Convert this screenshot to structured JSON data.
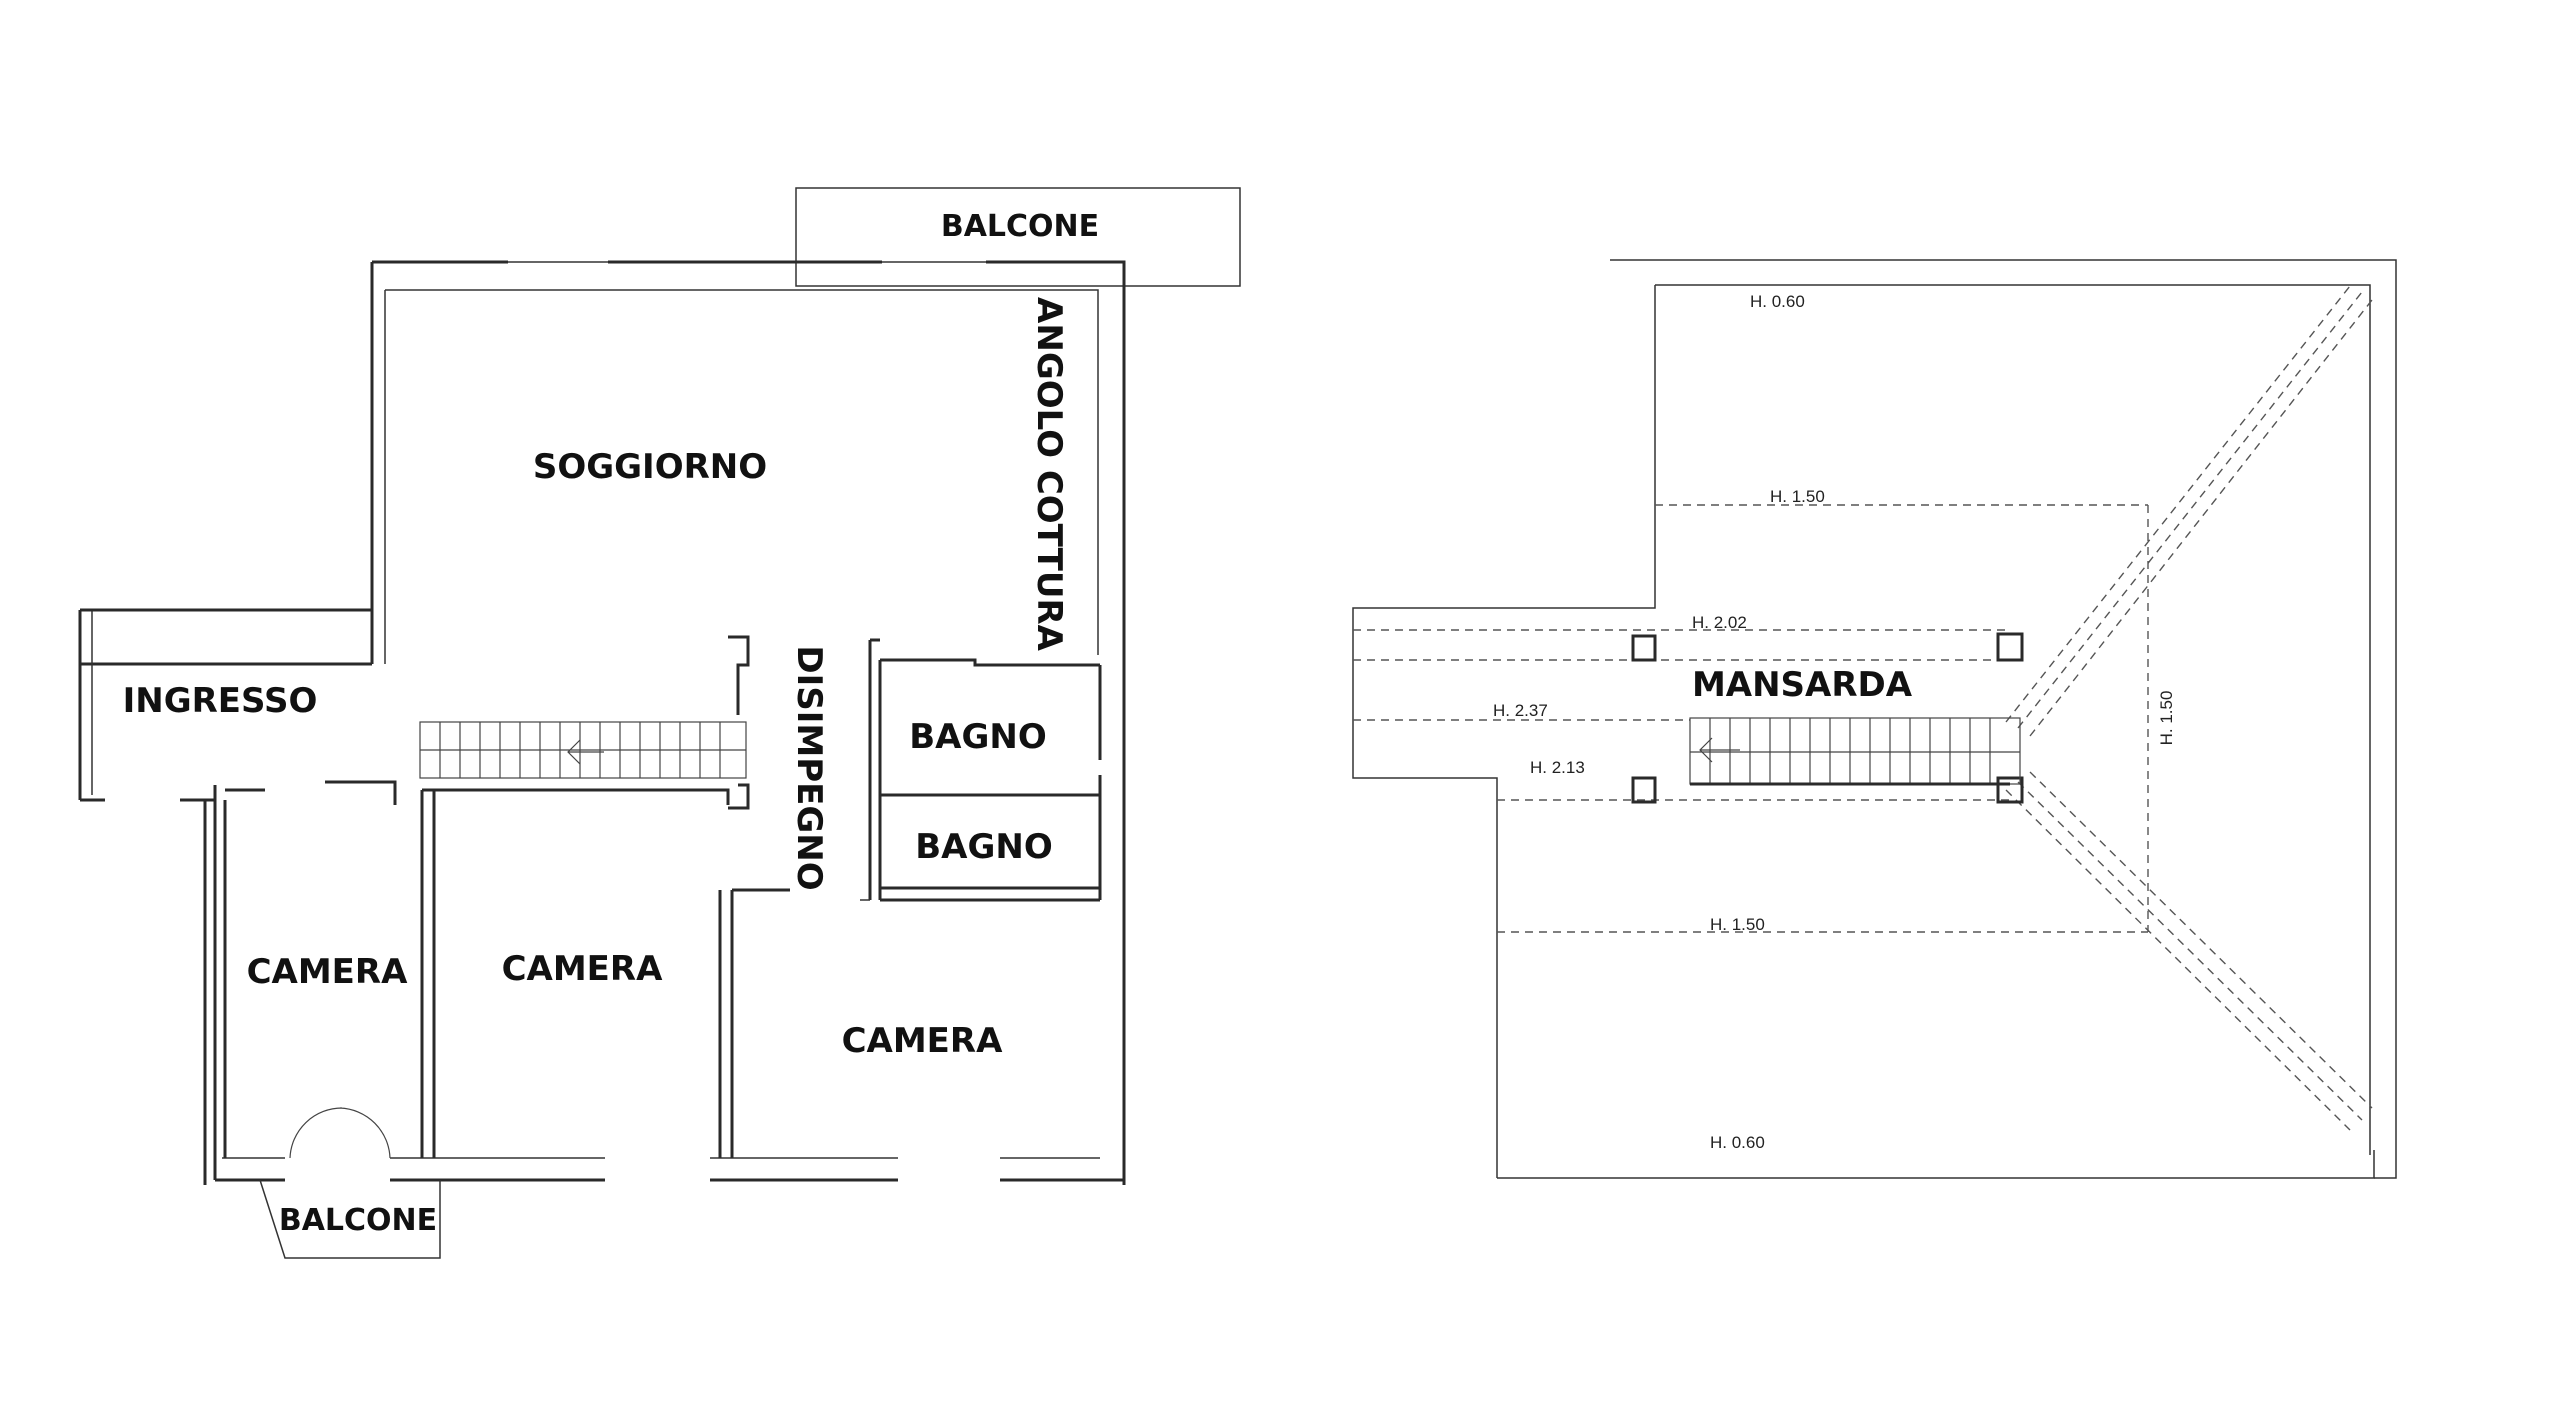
{
  "ground_floor": {
    "rooms": {
      "balcone_top": "BALCONE",
      "soggiorno": "SOGGIORNO",
      "angolo_cottura": "ANGOLO COTTURA",
      "ingresso": "INGRESSO",
      "disimpegno": "DISIMPEGNO",
      "bagno_1": "BAGNO",
      "bagno_2": "BAGNO",
      "camera_1": "CAMERA",
      "camera_2": "CAMERA",
      "camera_3": "CAMERA",
      "balcone_bottom": "BALCONE"
    }
  },
  "attic": {
    "rooms": {
      "mansarda": "MANSARDA"
    },
    "heights": {
      "top": "H. 0.60",
      "upper": "H. 1.50",
      "stair_top": "H. 2.02",
      "stair_mid": "H. 2.37",
      "stair_bottom": "H. 2.13",
      "lower": "H. 1.50",
      "bottom": "H. 0.60",
      "right_vertical": "H. 1.50"
    }
  },
  "colors": {
    "wall": "#2a2a2a",
    "text": "#111111",
    "background": "#ffffff"
  }
}
